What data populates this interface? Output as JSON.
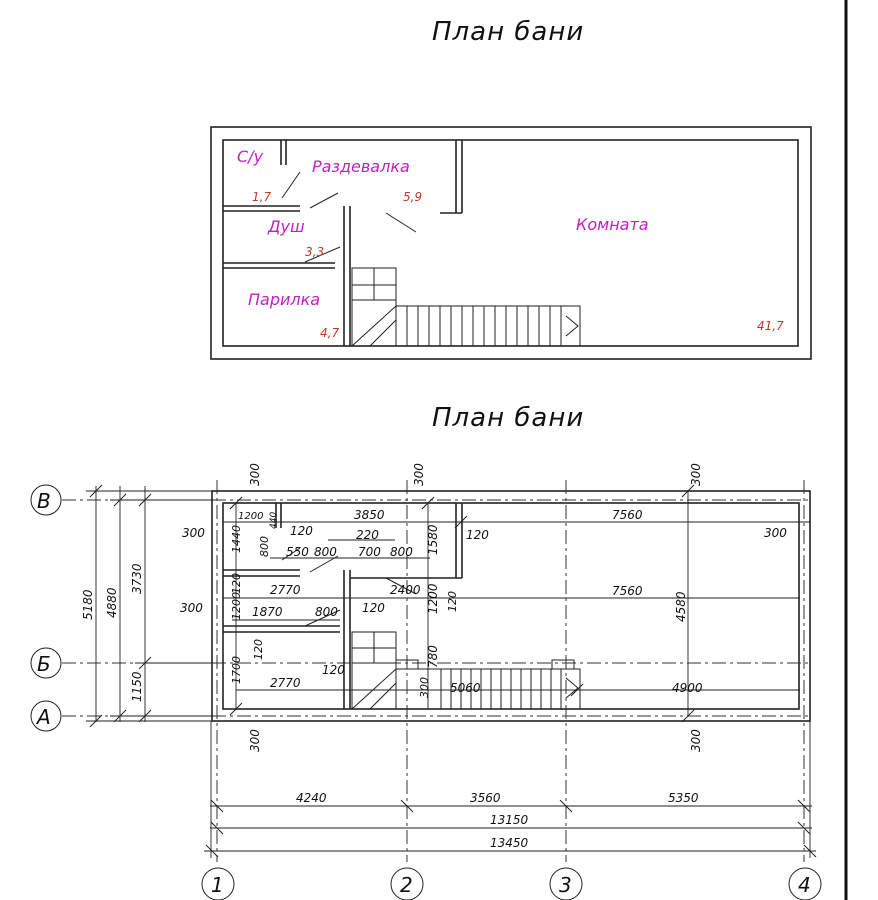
{
  "titles": {
    "top": "План бани",
    "bottom": "План бани"
  },
  "rooms": {
    "wc": "С/у",
    "changing": "Раздевалка",
    "shower": "Душ",
    "steam": "Парилка",
    "room": "Комната"
  },
  "areas": {
    "wc": "1,7",
    "changing": "5,9",
    "shower": "3,3",
    "steam": "4,7",
    "room": "41,7"
  },
  "axes": {
    "rows": [
      "В",
      "Б",
      "А"
    ],
    "cols": [
      "1",
      "2",
      "3",
      "4"
    ]
  },
  "dims": {
    "d300": "300",
    "d1200": "1200",
    "d440": "440",
    "d3850": "3850",
    "d120": "120",
    "d7560": "7560",
    "d1440": "1440",
    "d800": "800",
    "d550": "550",
    "d220": "220",
    "d700": "700",
    "d1580": "1580",
    "d2770": "2770",
    "d2400": "2400",
    "d1870": "1870",
    "d4580": "4580",
    "d1700": "1700",
    "d780": "780",
    "d5060": "5060",
    "d4900": "4900",
    "d5180": "5180",
    "d4880": "4880",
    "d3730": "3730",
    "d1150": "1150",
    "d4240": "4240",
    "d3560": "3560",
    "d5350": "5350",
    "d13150": "13150",
    "d13450": "13450"
  }
}
